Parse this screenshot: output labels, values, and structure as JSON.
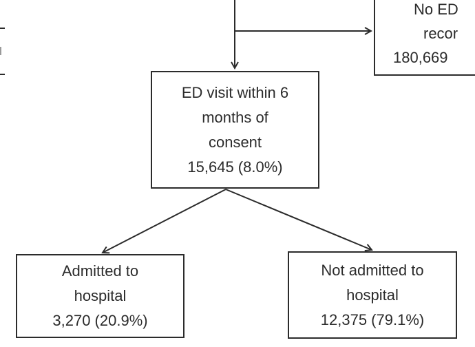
{
  "boxes": {
    "no_ed": {
      "lines": [
        "No ED",
        "recor",
        "180,669"
      ]
    },
    "ed_visit": {
      "lines": [
        "ED visit within 6",
        "months of",
        "consent",
        "15,645 (8.0%)"
      ]
    },
    "admitted": {
      "lines": [
        "Admitted to",
        "hospital",
        "3,270 (20.9%)"
      ]
    },
    "not_admitted": {
      "lines": [
        "Not admitted to",
        "hospital",
        "12,375 (79.1%)"
      ]
    }
  },
  "colors": {
    "stroke": "#2b2b2b",
    "background": "#ffffff"
  }
}
